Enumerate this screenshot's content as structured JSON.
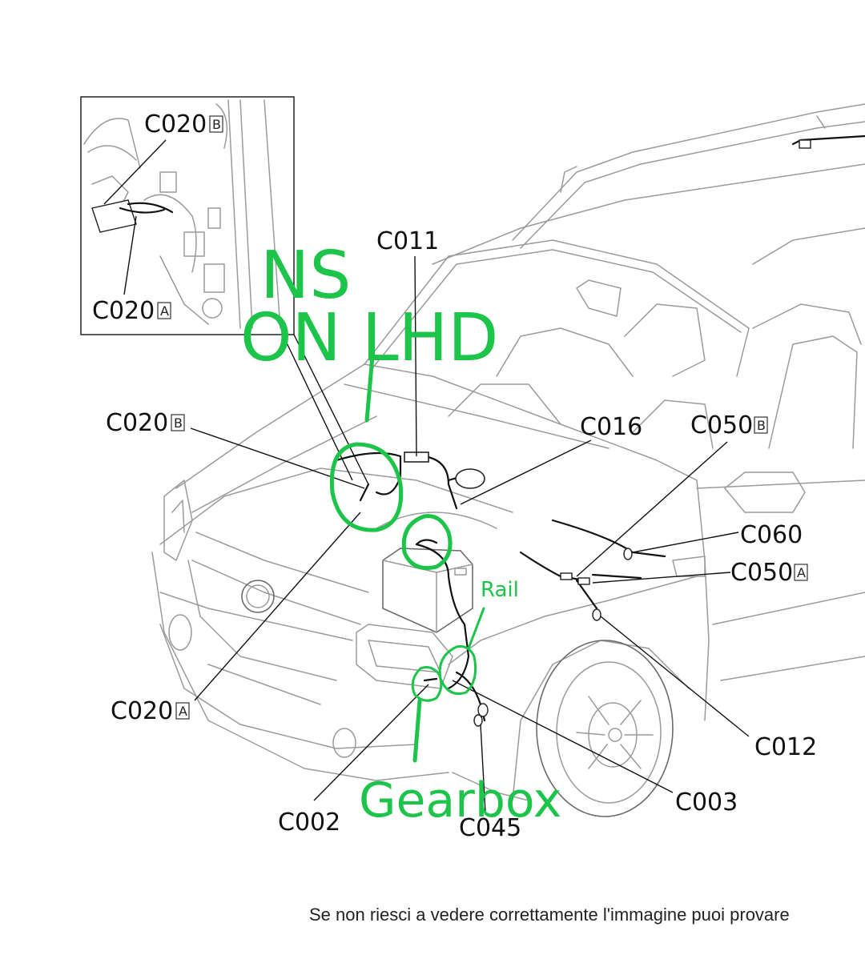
{
  "footer_text": "Se non riesci a vedere correttamente l'immagine puoi provare",
  "connectors": {
    "c020b_inset": {
      "code": "C020",
      "suffix": "B"
    },
    "c020a_inset": {
      "code": "C020",
      "suffix": "A"
    },
    "c011": {
      "code": "C011"
    },
    "c020b": {
      "code": "C020",
      "suffix": "B"
    },
    "c016": {
      "code": "C016"
    },
    "c050b": {
      "code": "C050",
      "suffix": "B"
    },
    "c060": {
      "code": "C060"
    },
    "c050a": {
      "code": "C050",
      "suffix": "A"
    },
    "c020a": {
      "code": "C020",
      "suffix": "A"
    },
    "c012": {
      "code": "C012"
    },
    "c003": {
      "code": "C003"
    },
    "c002": {
      "code": "C002"
    },
    "c045": {
      "code": "C045"
    }
  },
  "annotations": {
    "line1": "NS",
    "line2": "ON LHD",
    "rail": "Rail",
    "gearbox": "Gearbox"
  },
  "colors": {
    "annotation": "#1dc44a",
    "line_art": "#9a9a9a",
    "labels": "#111111"
  }
}
